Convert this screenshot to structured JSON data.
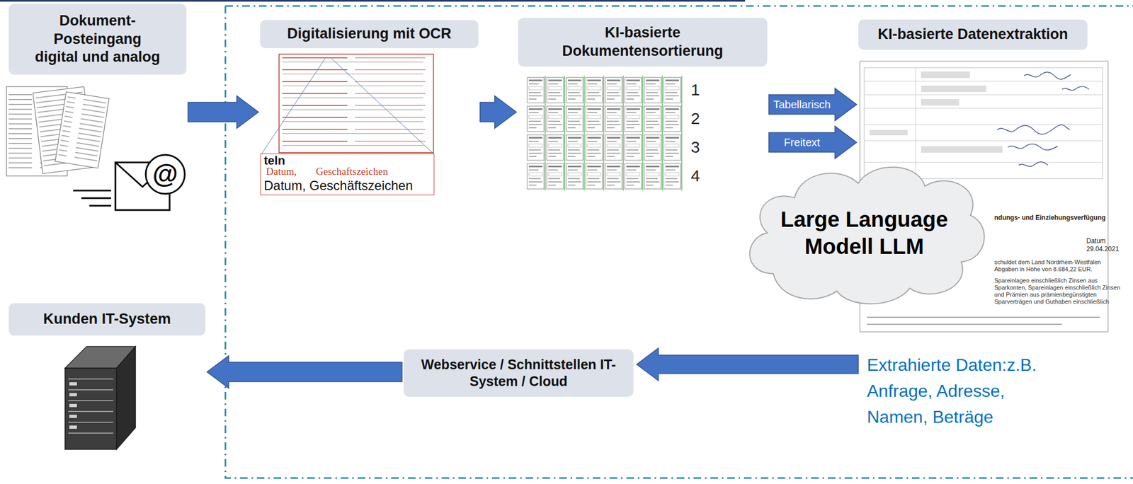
{
  "diagram": {
    "nodes": [
      {
        "text": [
          "Dokument- Posteingang digital und analog"
        ]
      },
      {
        "text": [
          "Digitalisierung mit OCR"
        ]
      },
      {
        "text": [
          "KI-basierte Dokumentensortierung"
        ]
      },
      {
        "text": [
          "KI-basierte Datenextraktion"
        ]
      },
      {
        "text": [
          "Large Language Modell LLM"
        ]
      },
      {
        "text": [
          "Kunden IT-System"
        ]
      },
      {
        "text": [
          "Webservice / Schnittstellen IT-System / Cloud"
        ]
      }
    ],
    "edges": [
      {
        "from": 0,
        "to": 1,
        "arrow": "to"
      },
      {
        "from": 1,
        "to": 2,
        "arrow": "to"
      },
      {
        "from": 2,
        "to": 3,
        "label": "Tabellarisch",
        "arrow": "to"
      },
      {
        "from": 2,
        "to": 3,
        "label": "Freitext",
        "arrow": "to"
      },
      {
        "from": 6,
        "to": 5,
        "arrow": "to"
      }
    ],
    "labels": [
      "@",
      "teln",
      "Datum,",
      "Geschaftszeichen",
      "Datum, Geschäftszeichen",
      "1",
      "2",
      "3",
      "4",
      "ndungs- und Einziehungsverfügung",
      "Datum",
      "29.04.2021",
      "schuldet dem Land Nordrhein-Westfalen Abgaben in Höhe von 8.684,22 EUR.",
      "Spareinlagen einschließlich Zinsen aus Sparkonten, Spareinlagen einschließlich Zinsen und Prämien aus prämienbegünstigten Sparverträgen und Guthaben einschließlich",
      "Extrahierte Daten:z.B. Anfrage, Adresse, Namen, Beträge"
    ]
  }
}
